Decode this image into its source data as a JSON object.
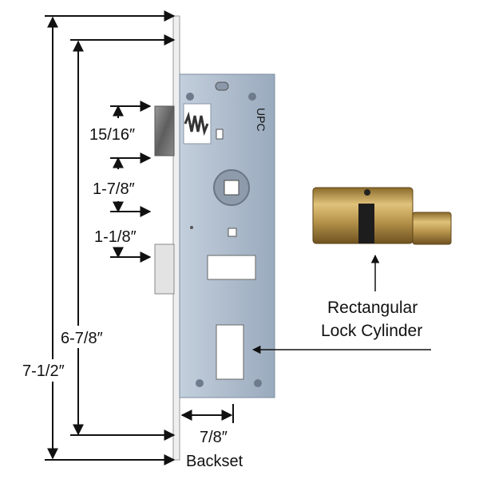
{
  "dimensions": {
    "overall_height": "7-1/2″",
    "plate_height": "6-7/8″",
    "latch_height": "15/16″",
    "latch_to_bolt": "1-7/8″",
    "bolt_height": "1-1/8″",
    "backset_value": "7/8″",
    "backset_label": "Backset"
  },
  "cylinder": {
    "label_line1": "Rectangular",
    "label_line2": "Lock Cylinder"
  },
  "lock_body": {
    "stamp_text": "UPC"
  },
  "colors": {
    "body_fill": "#aab7c7",
    "faceplate": "#ededed",
    "brass": "#b39048",
    "ink": "#111111"
  }
}
